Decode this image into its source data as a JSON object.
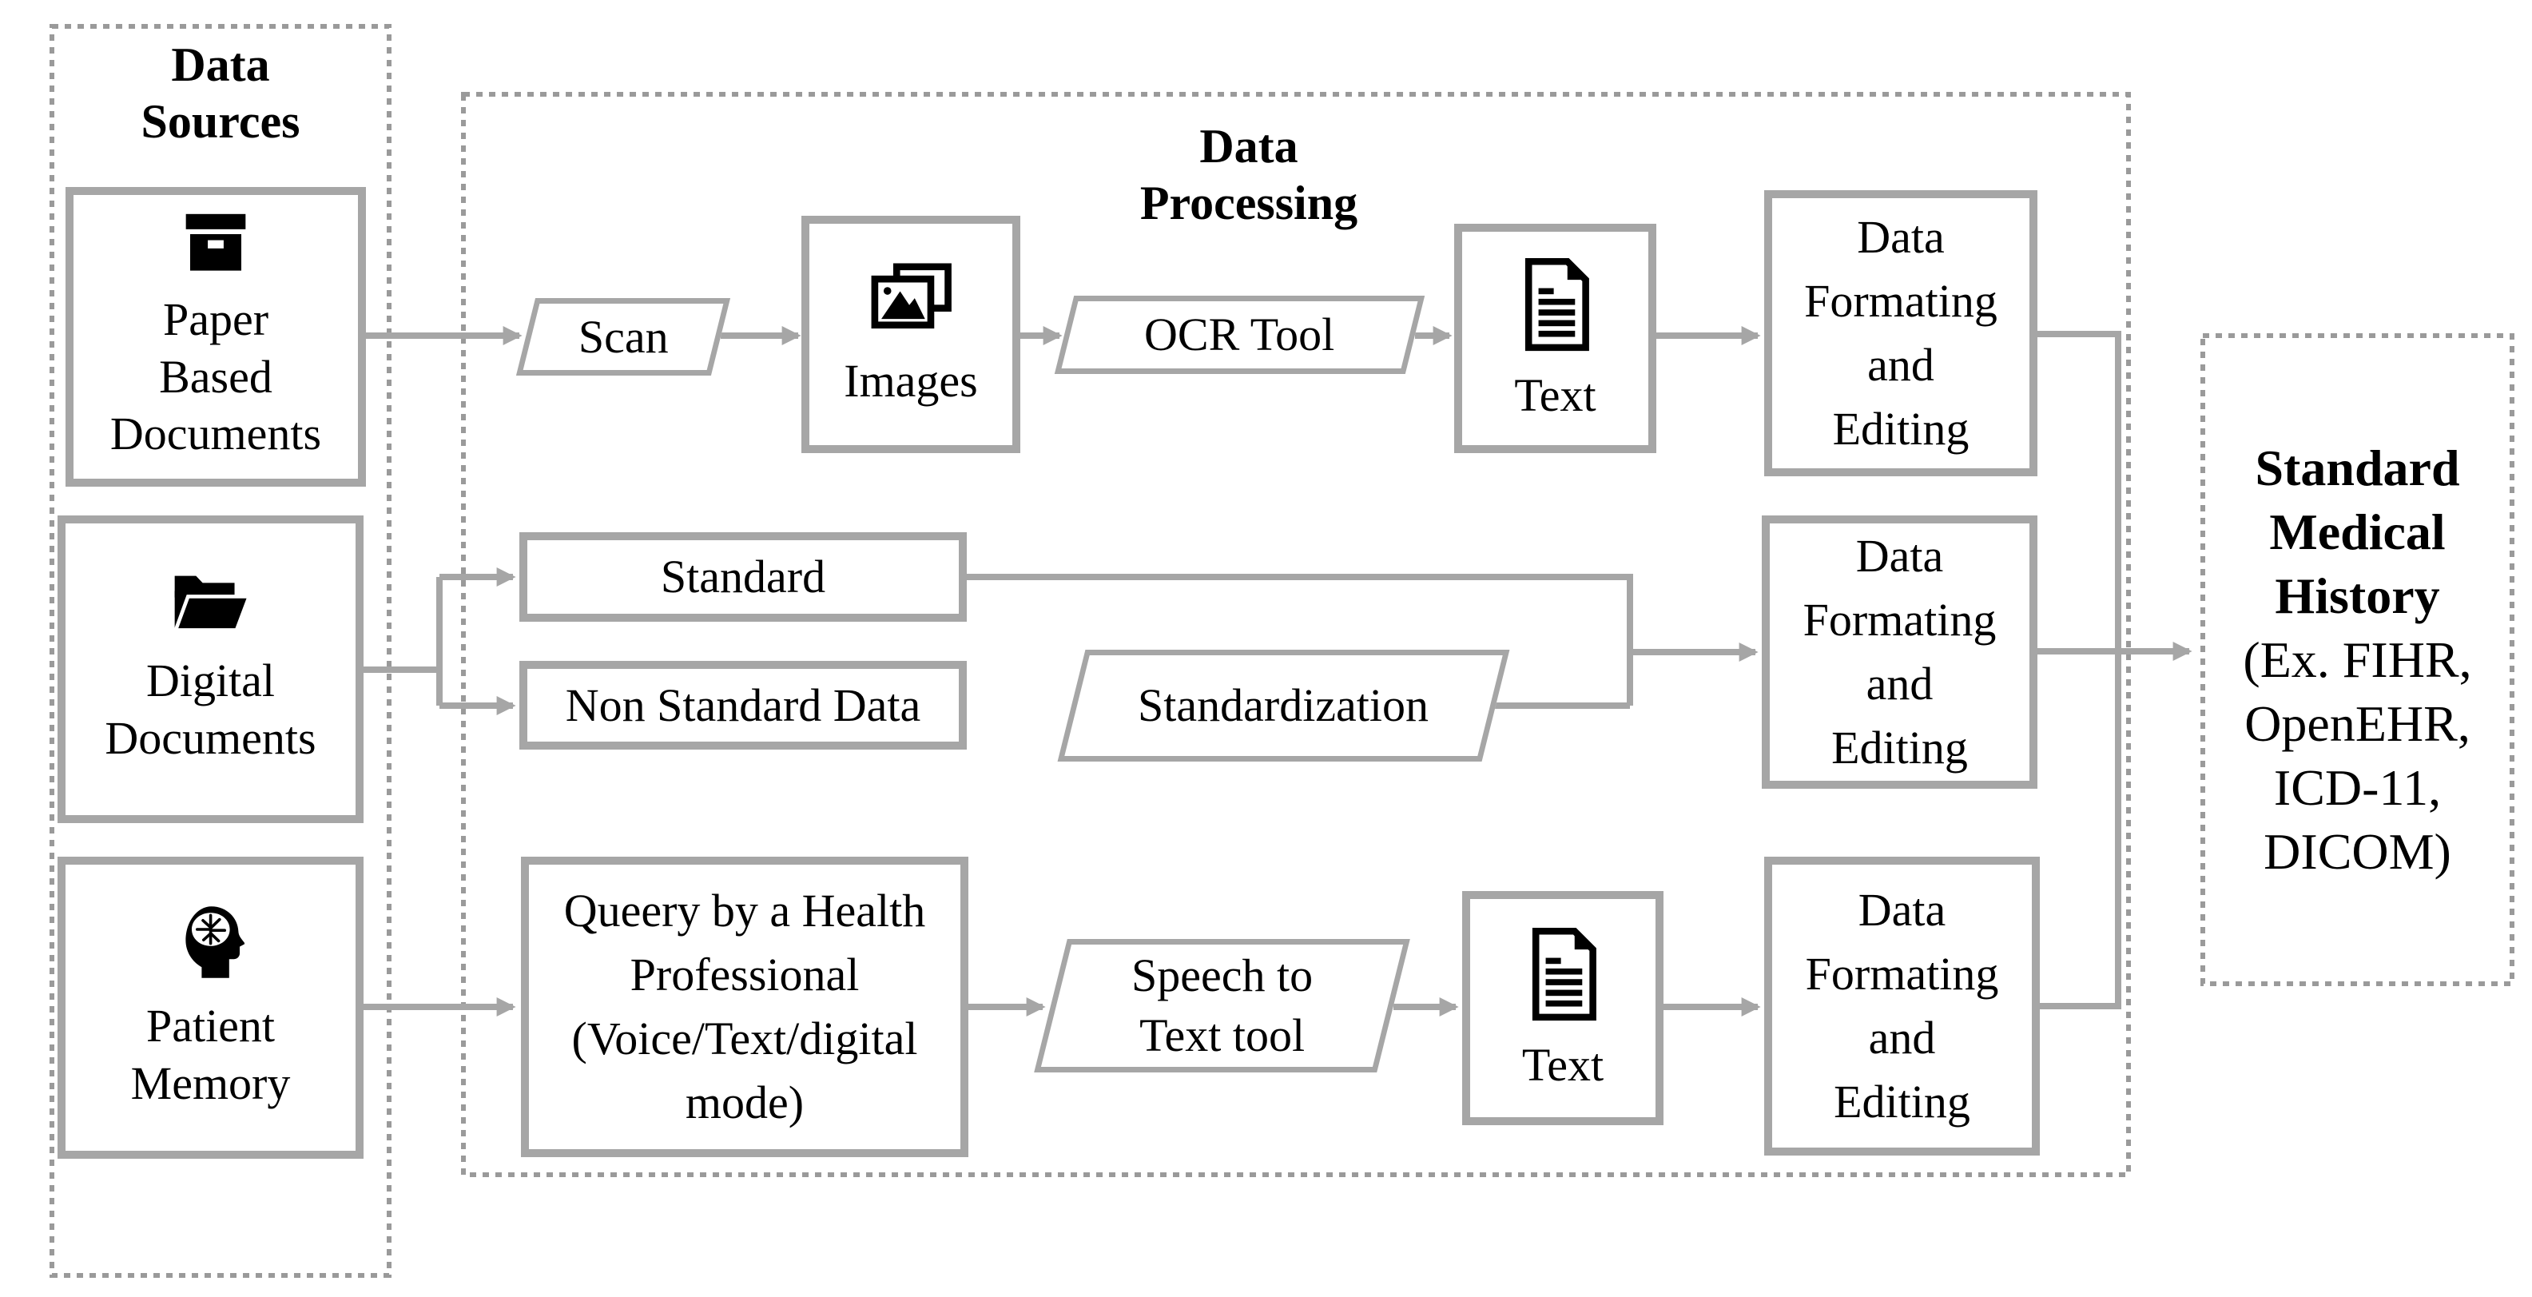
{
  "diagram": {
    "data_sources": {
      "title": "Data\nSources",
      "items": [
        {
          "label": "Paper\nBased\nDocuments",
          "icon": "archive-box-icon"
        },
        {
          "label": "Digital\nDocuments",
          "icon": "open-folder-icon"
        },
        {
          "label": "Patient\nMemory",
          "icon": "head-brain-icon"
        }
      ]
    },
    "data_processing": {
      "title": "Data\nProcessing",
      "row1": {
        "scan": "Scan",
        "images": "Images",
        "ocr": "OCR Tool",
        "text": "Text",
        "formatting": "Data\nFormating\nand\nEditing"
      },
      "row2": {
        "standard": "Standard",
        "non_standard": "Non Standard Data",
        "standardization": "Standardization",
        "formatting": "Data\nFormating\nand\nEditing"
      },
      "row3": {
        "query": "Queery by a Health\nProfessional\n(Voice/Text/digital\nmode)",
        "speech": "Speech to\nText tool",
        "text": "Text",
        "formatting": "Data\nFormating\nand\nEditing"
      }
    },
    "output": {
      "title": "Standard\nMedical\nHistory",
      "subtitle": "(Ex. FIHR,\nOpenEHR,\nICD-11,\nDICOM)"
    }
  },
  "colors": {
    "line": "#a6a6a6",
    "container_border": "#9a9a9a",
    "text": "#000000",
    "icon": "#000000"
  }
}
